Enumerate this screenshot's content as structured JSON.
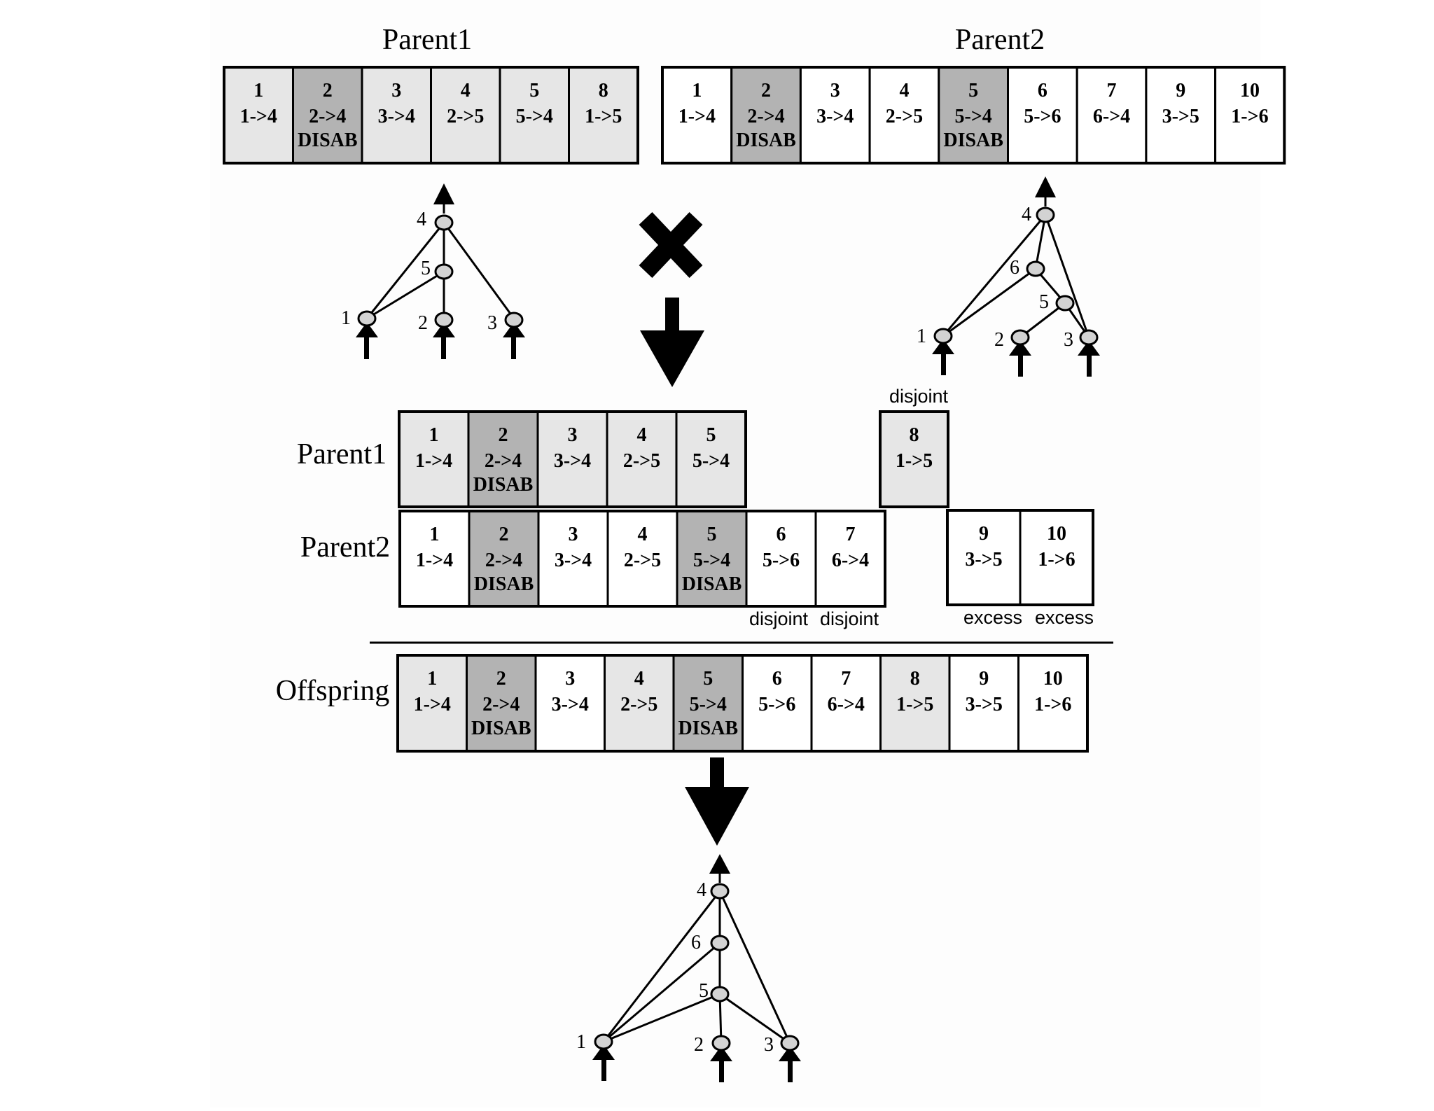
{
  "colors": {
    "background": "#fdfdfd",
    "light_gene": "#e6e6e6",
    "disabled_gene": "#b3b3b3",
    "plain_gene": "#ffffff",
    "stroke": "#000000",
    "node_fill": "#d3d3d3"
  },
  "top": {
    "parent1_title": "Parent1",
    "parent2_title": "Parent2",
    "parent1_genes": [
      {
        "id": "1",
        "conn": "1->4",
        "status": "",
        "shade": "light"
      },
      {
        "id": "2",
        "conn": "2->4",
        "status": "DISAB",
        "shade": "disabled"
      },
      {
        "id": "3",
        "conn": "3->4",
        "status": "",
        "shade": "light"
      },
      {
        "id": "4",
        "conn": "2->5",
        "status": "",
        "shade": "light"
      },
      {
        "id": "5",
        "conn": "5->4",
        "status": "",
        "shade": "light"
      },
      {
        "id": "8",
        "conn": "1->5",
        "status": "",
        "shade": "light"
      }
    ],
    "parent2_genes": [
      {
        "id": "1",
        "conn": "1->4",
        "status": "",
        "shade": "plain"
      },
      {
        "id": "2",
        "conn": "2->4",
        "status": "DISAB",
        "shade": "disabled"
      },
      {
        "id": "3",
        "conn": "3->4",
        "status": "",
        "shade": "plain"
      },
      {
        "id": "4",
        "conn": "2->5",
        "status": "",
        "shade": "plain"
      },
      {
        "id": "5",
        "conn": "5->4",
        "status": "DISAB",
        "shade": "disabled"
      },
      {
        "id": "6",
        "conn": "5->6",
        "status": "",
        "shade": "plain"
      },
      {
        "id": "7",
        "conn": "6->4",
        "status": "",
        "shade": "plain"
      },
      {
        "id": "9",
        "conn": "3->5",
        "status": "",
        "shade": "plain"
      },
      {
        "id": "10",
        "conn": "1->6",
        "status": "",
        "shade": "plain"
      }
    ]
  },
  "alignment": {
    "parent1_label": "Parent1",
    "parent2_label": "Parent2",
    "parent1_genes": [
      {
        "id": "1",
        "conn": "1->4",
        "status": "",
        "shade": "light"
      },
      {
        "id": "2",
        "conn": "2->4",
        "status": "DISAB",
        "shade": "disabled"
      },
      {
        "id": "3",
        "conn": "3->4",
        "status": "",
        "shade": "light"
      },
      {
        "id": "4",
        "conn": "2->5",
        "status": "",
        "shade": "light"
      },
      {
        "id": "5",
        "conn": "5->4",
        "status": "",
        "shade": "light"
      }
    ],
    "parent1_disjoint_gene": {
      "id": "8",
      "conn": "1->5",
      "status": "",
      "shade": "light"
    },
    "parent1_disjoint_label": "disjoint",
    "parent2_genes": [
      {
        "id": "1",
        "conn": "1->4",
        "status": "",
        "shade": "plain"
      },
      {
        "id": "2",
        "conn": "2->4",
        "status": "DISAB",
        "shade": "disabled"
      },
      {
        "id": "3",
        "conn": "3->4",
        "status": "",
        "shade": "plain"
      },
      {
        "id": "4",
        "conn": "2->5",
        "status": "",
        "shade": "plain"
      },
      {
        "id": "5",
        "conn": "5->4",
        "status": "DISAB",
        "shade": "disabled"
      },
      {
        "id": "6",
        "conn": "5->6",
        "status": "",
        "shade": "plain"
      },
      {
        "id": "7",
        "conn": "6->4",
        "status": "",
        "shade": "plain"
      }
    ],
    "parent2_excess_genes": [
      {
        "id": "9",
        "conn": "3->5",
        "status": "",
        "shade": "plain"
      },
      {
        "id": "10",
        "conn": "1->6",
        "status": "",
        "shade": "plain"
      }
    ],
    "disjoint_labels": [
      "disjoint",
      "disjoint"
    ],
    "excess_labels": [
      "excess",
      "excess"
    ]
  },
  "offspring": {
    "label": "Offspring",
    "genes": [
      {
        "id": "1",
        "conn": "1->4",
        "status": "",
        "shade": "light"
      },
      {
        "id": "2",
        "conn": "2->4",
        "status": "DISAB",
        "shade": "disabled"
      },
      {
        "id": "3",
        "conn": "3->4",
        "status": "",
        "shade": "plain"
      },
      {
        "id": "4",
        "conn": "2->5",
        "status": "",
        "shade": "light"
      },
      {
        "id": "5",
        "conn": "5->4",
        "status": "DISAB",
        "shade": "disabled"
      },
      {
        "id": "6",
        "conn": "5->6",
        "status": "",
        "shade": "plain"
      },
      {
        "id": "7",
        "conn": "6->4",
        "status": "",
        "shade": "plain"
      },
      {
        "id": "8",
        "conn": "1->5",
        "status": "",
        "shade": "light"
      },
      {
        "id": "9",
        "conn": "3->5",
        "status": "",
        "shade": "plain"
      },
      {
        "id": "10",
        "conn": "1->6",
        "status": "",
        "shade": "plain"
      }
    ]
  },
  "networks": {
    "parent1": {
      "node_labels": [
        "4",
        "5",
        "1",
        "2",
        "3"
      ]
    },
    "parent2": {
      "node_labels": [
        "4",
        "6",
        "5",
        "1",
        "2",
        "3"
      ]
    },
    "offspring": {
      "node_labels": [
        "4",
        "6",
        "5",
        "1",
        "2",
        "3"
      ]
    }
  }
}
